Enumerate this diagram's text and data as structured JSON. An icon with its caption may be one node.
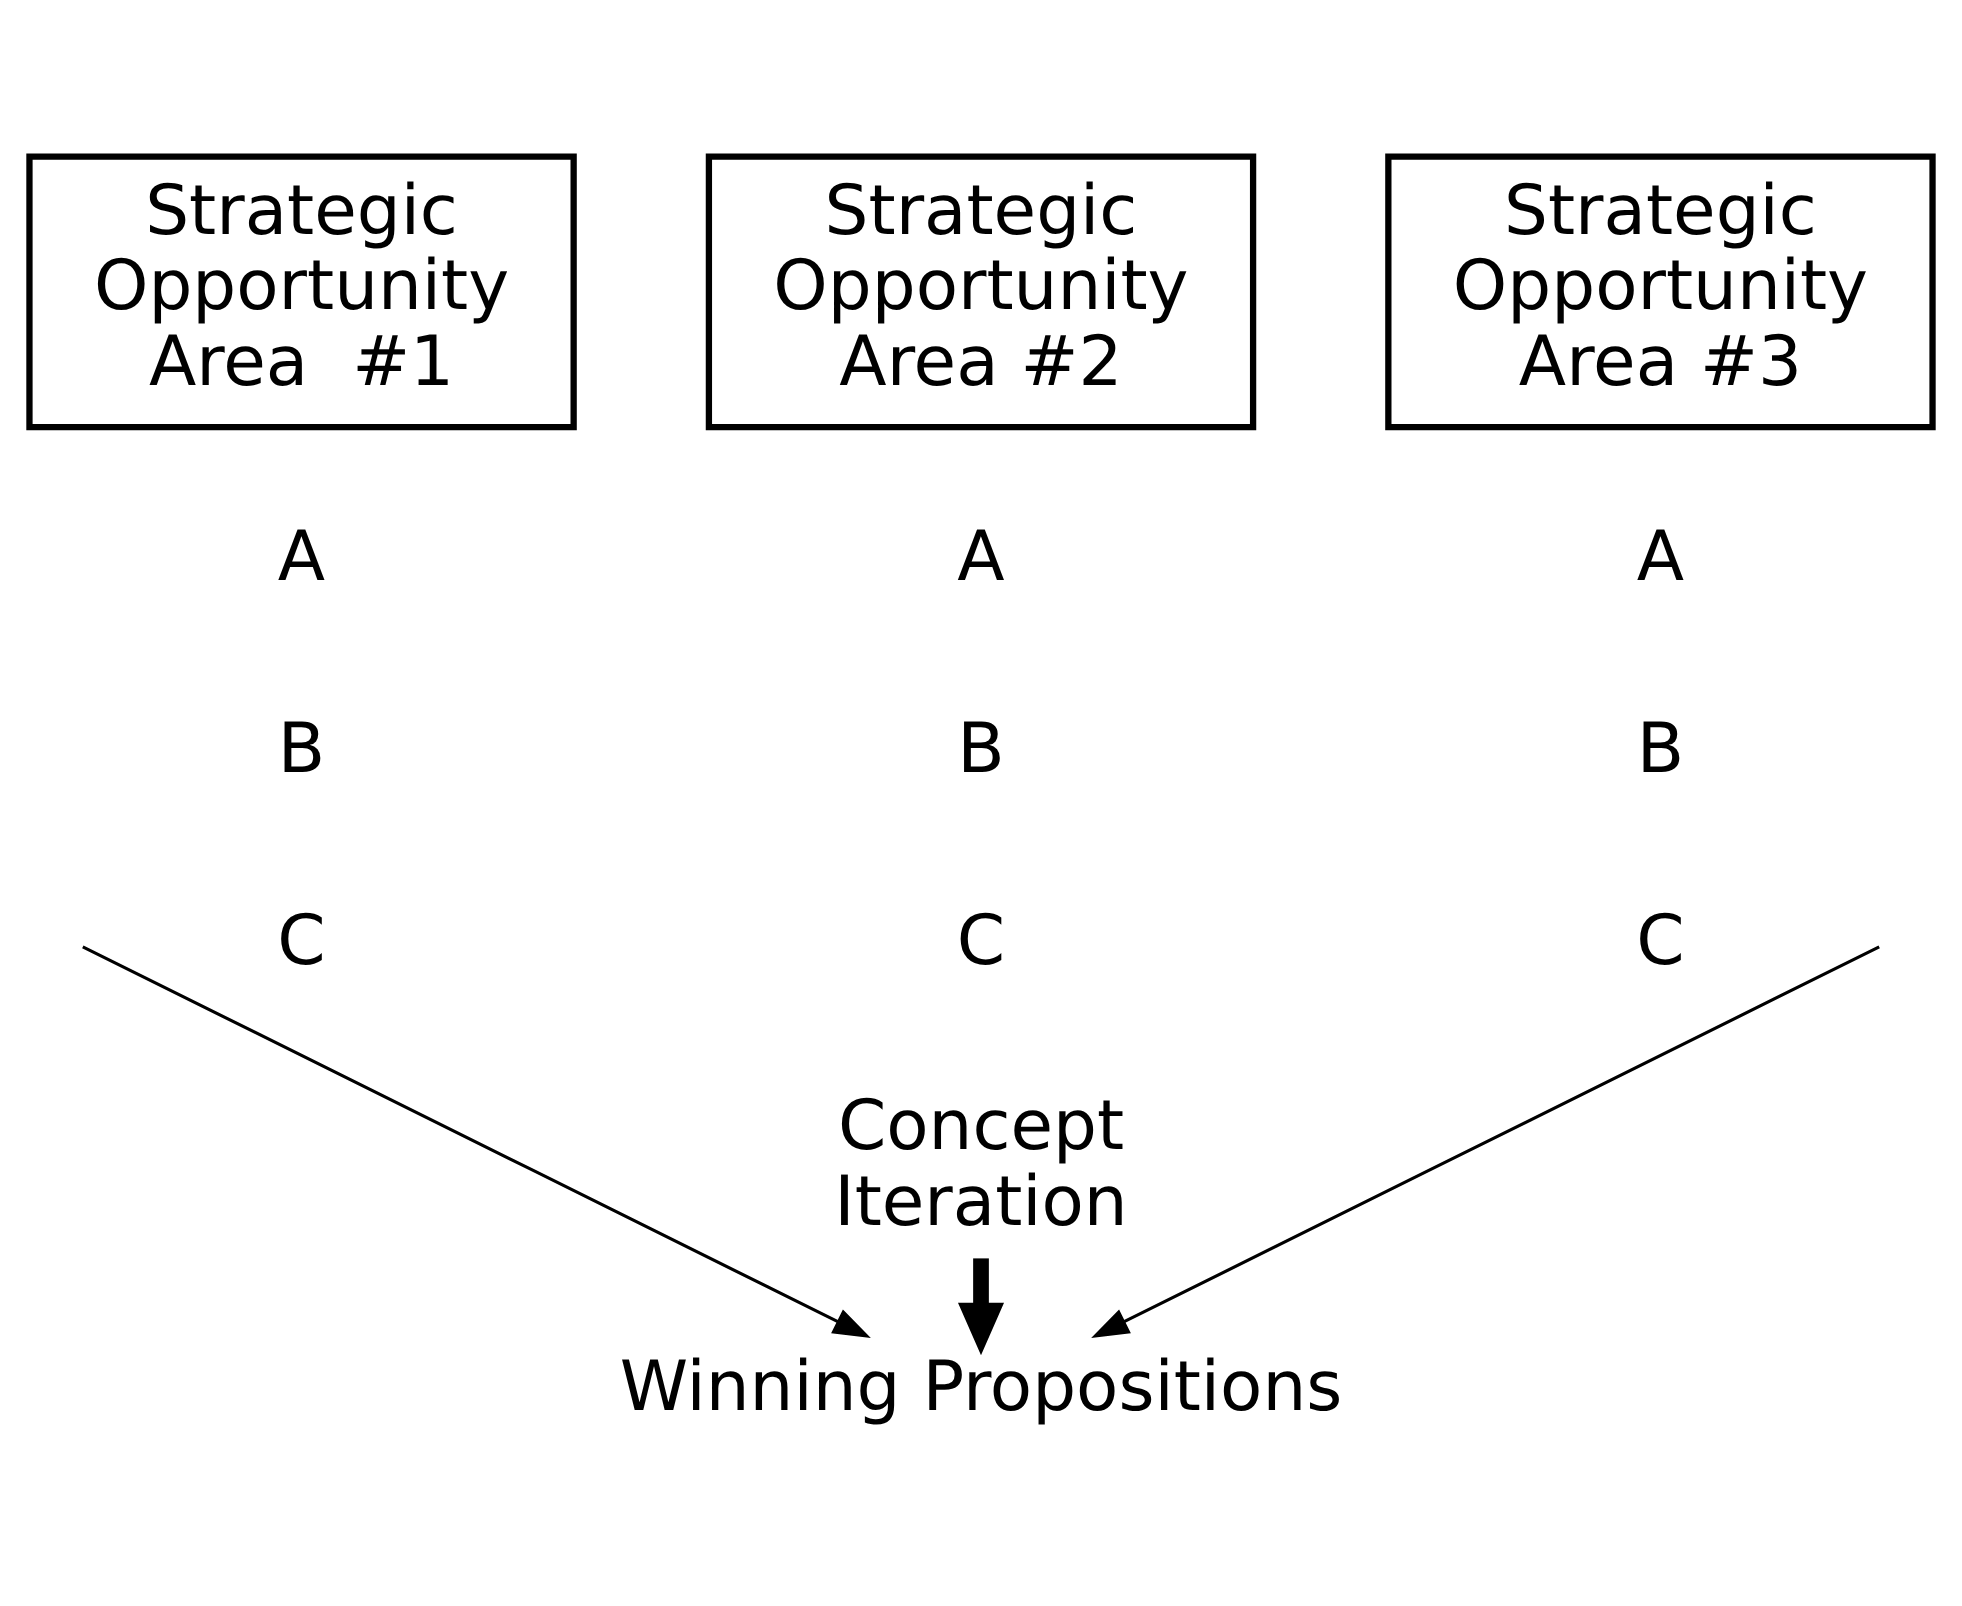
{
  "diagram": {
    "nodes": [
      {
        "text": [
          "Strategic Opportunity Area  #1"
        ]
      },
      {
        "text": [
          "Strategic Opportunity Area #2"
        ]
      },
      {
        "text": [
          "Strategic Opportunity Area #3"
        ]
      },
      {
        "text": [
          "Concept Iteration"
        ]
      },
      {
        "text": [
          "Winning Propositions"
        ]
      }
    ],
    "edges": [
      {
        "from": null,
        "to": 4,
        "arrow": "to"
      },
      {
        "from": 3,
        "to": 4,
        "arrow": "to",
        "style": "thick"
      },
      {
        "from": null,
        "to": 4,
        "arrow": "to"
      }
    ],
    "labels": [
      "A",
      "A",
      "A",
      "B",
      "B",
      "B",
      "C",
      "C",
      "C"
    ]
  }
}
